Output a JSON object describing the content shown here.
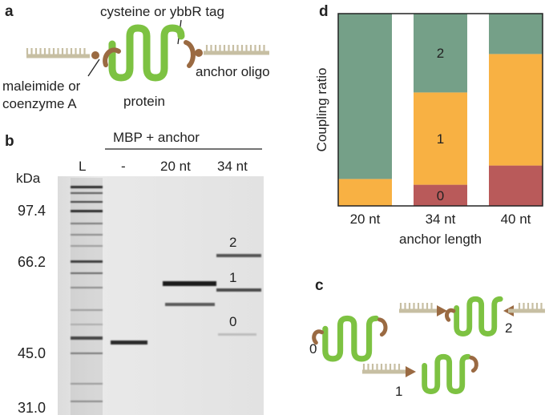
{
  "colors": {
    "dna": "#c7bfa3",
    "cap": "#9a6a42",
    "protein": "#7dc242",
    "seg2": "#75a088",
    "seg1": "#f8b143",
    "seg0": "#b95a5a",
    "gel_bg": "#e6e6e6"
  },
  "panel_a": {
    "label": "a",
    "cysteine_tag": "cysteine or ybbR tag",
    "maleimide_1": "maleimide or",
    "maleimide_2": "coenzyme A",
    "protein": "protein",
    "anchor_oligo": "anchor oligo"
  },
  "panel_b": {
    "label": "b",
    "header": "MBP + anchor",
    "lane_labels": [
      "L",
      "-",
      "20 nt",
      "34 nt"
    ],
    "kda_label": "kDa",
    "kda_ticks": [
      "97.4",
      "66.2",
      "45.0",
      "31.0"
    ],
    "band_labels": [
      "2",
      "1",
      "0"
    ]
  },
  "panel_c": {
    "label": "c",
    "labels": [
      "0",
      "2",
      "1"
    ]
  },
  "panel_d": {
    "label": "d"
  },
  "chart_data": {
    "type": "bar",
    "stacked": true,
    "categories": [
      "20 nt",
      "34 nt",
      "40 nt"
    ],
    "xlabel": "anchor length",
    "ylabel": "Coupling ratio",
    "ylim": [
      0,
      1
    ],
    "series": [
      {
        "name": "0",
        "values": [
          0.0,
          0.11,
          0.21
        ]
      },
      {
        "name": "1",
        "values": [
          0.14,
          0.48,
          0.58
        ]
      },
      {
        "name": "2",
        "values": [
          0.86,
          0.41,
          0.21
        ]
      }
    ],
    "segment_labels": [
      {
        "category": "34 nt",
        "series": "2",
        "text": "2"
      },
      {
        "category": "34 nt",
        "series": "1",
        "text": "1"
      },
      {
        "category": "34 nt",
        "series": "0",
        "text": "0"
      }
    ]
  }
}
